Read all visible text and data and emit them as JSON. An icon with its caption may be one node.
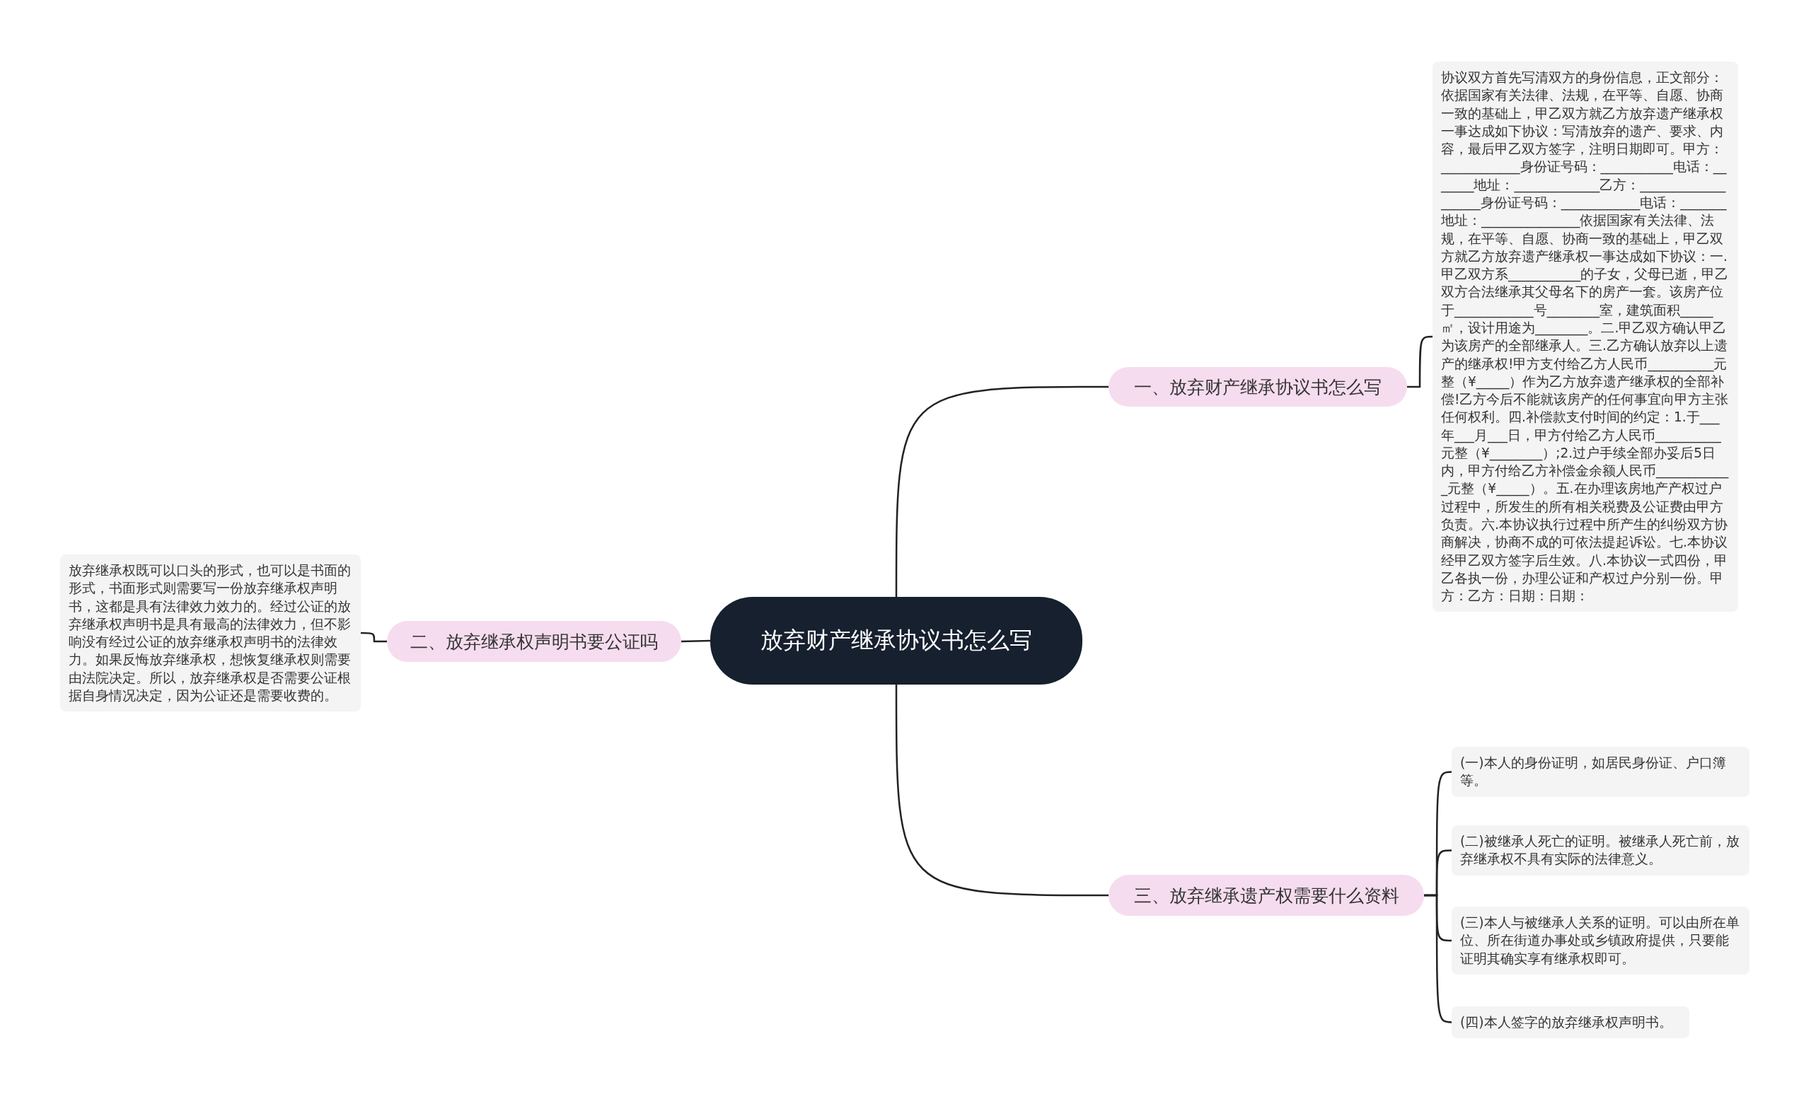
{
  "diagram": {
    "nodes": [
      {
        "text": [
          "放弃财产继承协议书怎么写"
        ]
      },
      {
        "text": [
          "一、放弃财产继承协议书怎么写"
        ]
      },
      {
        "text": [
          "协议双方首先写清双方的身份信息，正文部分：依据国家有关法律、法规，在平等、自愿、协商一致的基础上，甲乙双方就乙方放弃遗产继承权一事达成如下协议：写清放弃的遗产、要求、内容，最后甲乙双方签字，注明日期即可。甲方：____________身份证号码：___________电话：_______地址：_____________乙方：___________________身份证号码：____________电话：_______地址：_______________依据国家有关法律、法规，在平等、自愿、协商一致的基础上，甲乙双方就乙方放弃遗产继承权一事达成如下协议：一.甲乙双方系___________的子女，父母已逝，甲乙双方合法继承其父母名下的房产一套。该房产位于____________号________室，建筑面积_____㎡，设计用途为________。二.甲乙双方确认甲乙为该房产的全部继承人。三.乙方确认放弃以上遗产的继承权!甲方支付给乙方人民币__________元整（¥_____）作为乙方放弃遗产继承权的全部补偿!乙方今后不能就该房产的任何事宜向甲方主张任何权利。四.补偿款支付时间的约定：1.于___年___月___日，甲方付给乙方人民币__________元整（¥________）;2.过户手续全部办妥后5日内，甲方付给乙方补偿金余额人民币____________元整（¥_____）。五.在办理该房地产产权过户过程中，所发生的所有相关税费及公证费由甲方负责。六.本协议执行过程中所产生的纠纷双方协商解决，协商不成的可依法提起诉讼。七.本协议经甲乙双方签字后生效。八.本协议一式四份，甲乙各执一份，办理公证和产权过户分别一份。甲方：乙方：日期：日期："
        ]
      },
      {
        "text": [
          "二、放弃继承权声明书要公证吗"
        ]
      },
      {
        "text": [
          "放弃继承权既可以口头的形式，也可以是书面的形式，书面形式则需要写一份放弃继承权声明书，这都是具有法律效力效力的。经过公证的放弃继承权声明书是具有最高的法律效力，但不影响没有经过公证的放弃继承权声明书的法律效力。如果反悔放弃继承权，想恢复继承权则需要由法院决定。所以，放弃继承权是否需要公证根据自身情况决定，因为公证还是需要收费的。"
        ]
      },
      {
        "text": [
          "三、放弃继承遗产权需要什么资料"
        ]
      },
      {
        "text": [
          "(一)本人的身份证明，如居民身份证、户口簿等。"
        ]
      },
      {
        "text": [
          "(二)被继承人死亡的证明。被继承人死亡前，放弃继承权不具有实际的法律意义。"
        ]
      },
      {
        "text": [
          "(三)本人与被继承人关系的证明。可以由所在单位、所在街道办事处或乡镇政府提供，只要能证明其确实享有继承权即可。"
        ]
      },
      {
        "text": [
          "(四)本人签字的放弃继承权声明书。"
        ]
      }
    ],
    "edges": [
      {
        "from": 0,
        "to": 1,
        "arrow": "none"
      },
      {
        "from": 0,
        "to": 3,
        "arrow": "none"
      },
      {
        "from": 0,
        "to": 5,
        "arrow": "none"
      },
      {
        "from": 1,
        "to": 2,
        "arrow": "none"
      },
      {
        "from": 3,
        "to": 4,
        "arrow": "none"
      },
      {
        "from": 5,
        "to": 6,
        "arrow": "none"
      },
      {
        "from": 5,
        "to": 7,
        "arrow": "none"
      },
      {
        "from": 5,
        "to": 8,
        "arrow": "none"
      },
      {
        "from": 5,
        "to": 9,
        "arrow": "none"
      }
    ]
  }
}
